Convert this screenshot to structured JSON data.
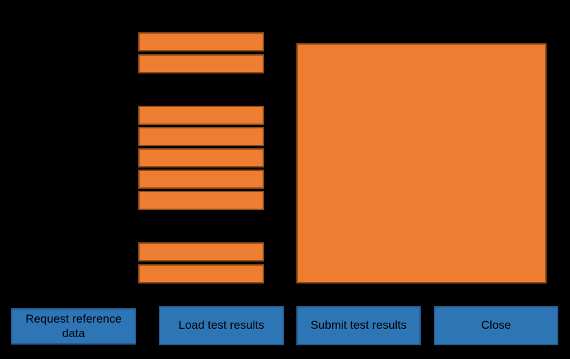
{
  "canvas": {
    "background_color": "#000000"
  },
  "colors": {
    "field_fill": "#ED7D31",
    "field_border": "#8F4A15",
    "button_fill": "#2E75B6",
    "button_border": "#245C8F",
    "button_text": "#000000"
  },
  "field_groups": {
    "group1": {
      "count": 2
    },
    "group2": {
      "count": 5
    },
    "group3": {
      "count": 2
    }
  },
  "results_panel": {
    "present": true
  },
  "buttons": [
    {
      "id": "request",
      "label": "Request reference data"
    },
    {
      "id": "load",
      "label": "Load test results"
    },
    {
      "id": "submit",
      "label": "Submit test results"
    },
    {
      "id": "close",
      "label": "Close"
    }
  ]
}
